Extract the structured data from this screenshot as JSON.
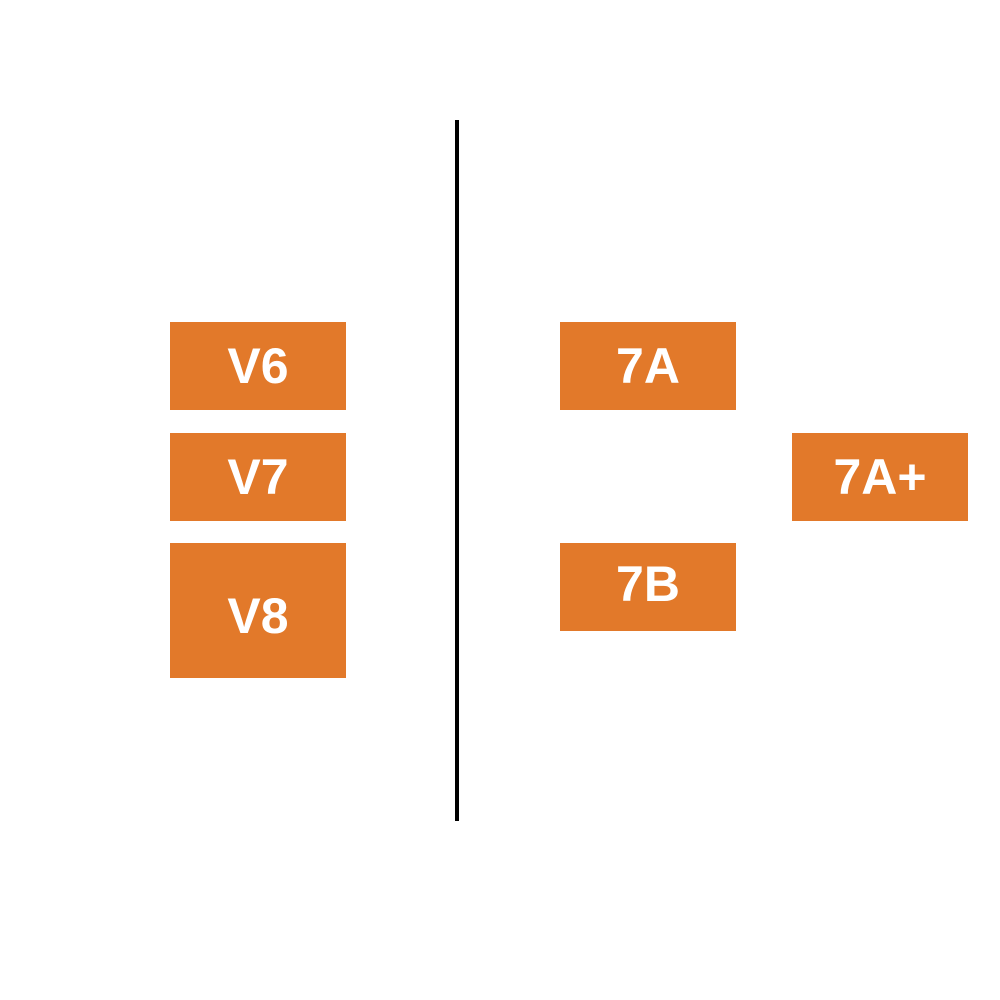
{
  "colors": {
    "box_fill": "#E2792A",
    "box_text": "#FFFFFF",
    "divider": "#000000",
    "background": "#FFFFFF"
  },
  "left_group": {
    "boxes": [
      {
        "label": "V6"
      },
      {
        "label": "V7"
      },
      {
        "label": "V8"
      }
    ]
  },
  "right_group": {
    "boxes": [
      {
        "label": "7A"
      },
      {
        "label": "7A+"
      },
      {
        "label": "7B"
      }
    ]
  }
}
